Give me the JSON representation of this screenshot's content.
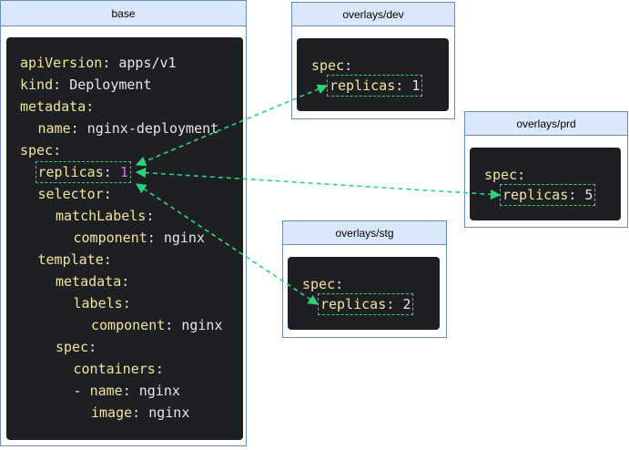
{
  "colors": {
    "header_bg": "#dae8fc",
    "header_border": "#6c8ebf",
    "code_bg": "#1e1f22",
    "key": "#f2e49b",
    "value": "#e6e6e6",
    "highlight_number": "#ca7bd6",
    "arrow": "#2bd47a"
  },
  "base": {
    "title": "base",
    "lines": [
      {
        "key": "apiVersion",
        "sep": ": ",
        "value": "apps/v1"
      },
      {
        "key": "kind",
        "sep": ": ",
        "value": "Deployment"
      },
      {
        "key": "metadata",
        "sep": ":",
        "value": ""
      },
      {
        "key": "name",
        "sep": ": ",
        "value": "nginx-deployment"
      },
      {
        "key": "spec",
        "sep": ":",
        "value": ""
      },
      {
        "key": "replicas",
        "sep": ": ",
        "value": "1"
      },
      {
        "key": "selector",
        "sep": ":",
        "value": ""
      },
      {
        "key": "matchLabels",
        "sep": ":",
        "value": ""
      },
      {
        "key": "component",
        "sep": ": ",
        "value": "nginx"
      },
      {
        "key": "template",
        "sep": ":",
        "value": ""
      },
      {
        "key": "metadata",
        "sep": ":",
        "value": ""
      },
      {
        "key": "labels",
        "sep": ":",
        "value": ""
      },
      {
        "key": "component",
        "sep": ": ",
        "value": "nginx"
      },
      {
        "key": "spec",
        "sep": ":",
        "value": ""
      },
      {
        "key": "containers",
        "sep": ":",
        "value": ""
      },
      {
        "key": "name",
        "sep": ": ",
        "value": "nginx",
        "prefix": "- "
      },
      {
        "key": "image",
        "sep": ": ",
        "value": "nginx"
      }
    ]
  },
  "overlays": [
    {
      "title": "overlays/dev",
      "spec_key": "spec",
      "replicas_key": "replicas",
      "replicas_value": "1"
    },
    {
      "title": "overlays/prd",
      "spec_key": "spec",
      "replicas_key": "replicas",
      "replicas_value": "5"
    },
    {
      "title": "overlays/stg",
      "spec_key": "spec",
      "replicas_key": "replicas",
      "replicas_value": "2"
    }
  ]
}
